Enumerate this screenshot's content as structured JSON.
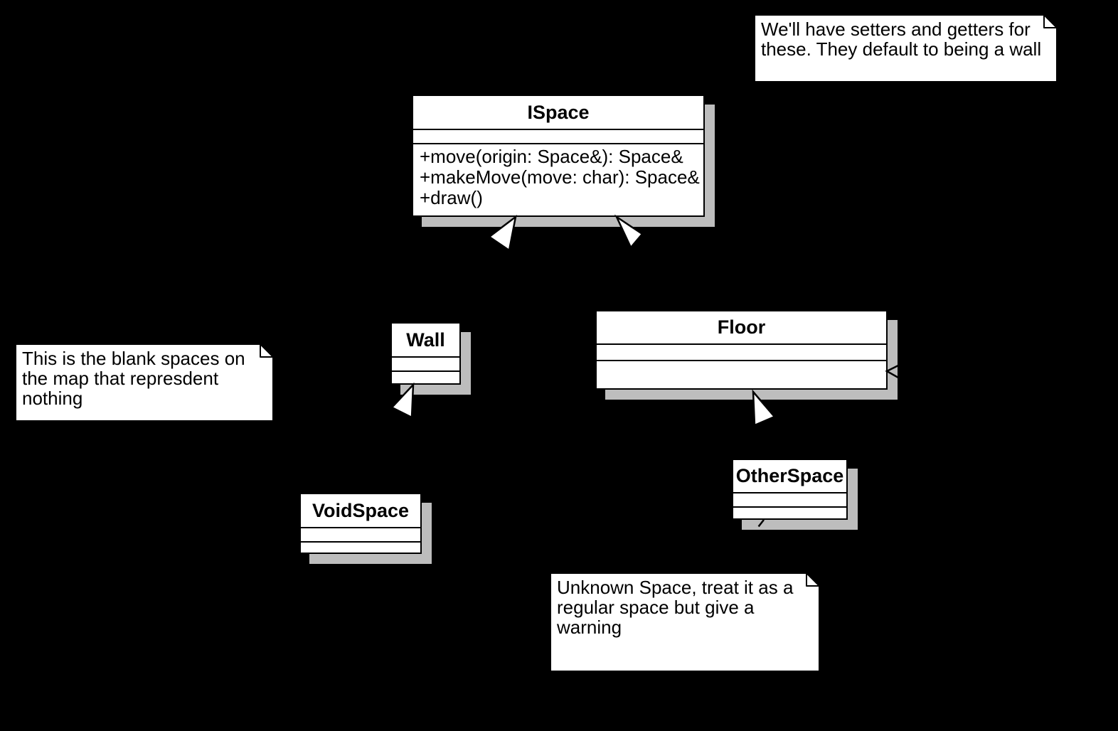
{
  "diagram": {
    "background_color": "#000000",
    "box_fill_color": "#ffffff",
    "stroke_color": "#000000",
    "shadow_color": "#bdbdbd"
  },
  "classes": {
    "ispace": {
      "name": "ISpace",
      "methods": [
        "+move(origin: Space&): Space&",
        "+makeMove(move: char): Space&",
        "+draw()"
      ]
    },
    "wall": {
      "name": "Wall"
    },
    "floor": {
      "name": "Floor"
    },
    "voidspace": {
      "name": "VoidSpace"
    },
    "otherspace": {
      "name": "OtherSpace"
    }
  },
  "notes": {
    "setters": {
      "lines": [
        "We'll have setters and getters for",
        "these. They default to being a wall"
      ]
    },
    "blank": {
      "lines": [
        "This is the blank spaces on",
        "the map that represdent",
        "nothing"
      ]
    },
    "unknown": {
      "lines": [
        "Unknown Space, treat it as a",
        "regular space but give a",
        "warning"
      ]
    }
  },
  "relationships": [
    {
      "type": "generalization",
      "from": "Wall",
      "to": "ISpace"
    },
    {
      "type": "generalization",
      "from": "Floor",
      "to": "ISpace"
    },
    {
      "type": "generalization",
      "from": "VoidSpace",
      "to": "Wall"
    },
    {
      "type": "generalization",
      "from": "OtherSpace",
      "to": "Floor"
    },
    {
      "type": "association",
      "to": "Floor"
    },
    {
      "type": "note-link",
      "from": "unknown-note",
      "to": "OtherSpace"
    }
  ]
}
